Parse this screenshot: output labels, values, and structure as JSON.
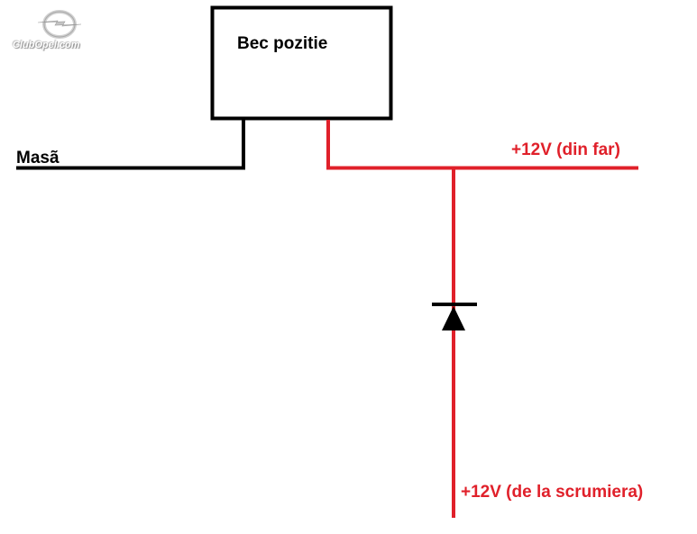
{
  "logo": {
    "icon": "opel-lightning-ring-icon",
    "text": "ClubOpel.com"
  },
  "labels": {
    "bulb": "Bec pozitie",
    "ground": "Masã",
    "supply_headlight": "+12V (din far)",
    "supply_ashtray": "+12V (de la scrumiera)"
  },
  "colors": {
    "wire_positive": "#e0202a",
    "wire_ground": "#000000",
    "component": "#000000"
  }
}
